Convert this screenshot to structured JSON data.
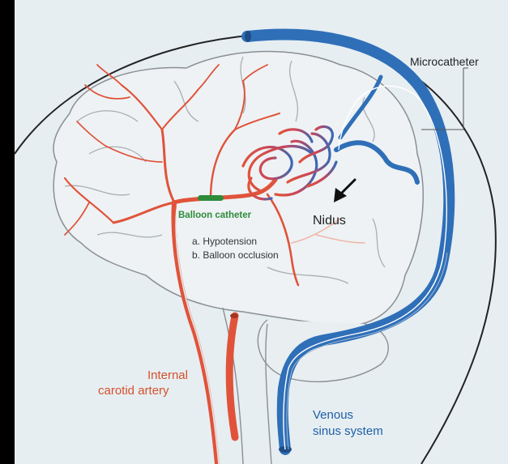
{
  "labels": {
    "microcatheter": "Microcatheter",
    "nidus": "Nidus",
    "balloon_catheter": "Balloon catheter",
    "hypotension": "a. Hypotension",
    "balloon_occlusion": "b. Balloon occlusion",
    "internal_line1": "Internal",
    "internal_line2": "carotid artery",
    "venous_line1": "Venous",
    "venous_line2": "sinus system"
  },
  "colors": {
    "background": "#e6eef2",
    "artery": "#e0533a",
    "vein": "#2f6fb8",
    "balloon": "#2e8b3a"
  }
}
